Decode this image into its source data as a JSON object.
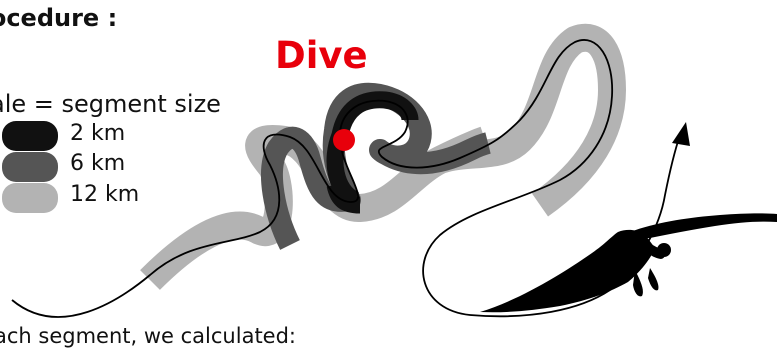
{
  "title": "rocedure :",
  "dive_label": "Dive",
  "scale_label": "ale = segment size",
  "legend": [
    {
      "label": "2 km",
      "color": "#111111"
    },
    {
      "label": "6 km",
      "color": "#555555"
    },
    {
      "label": "12 km",
      "color": "#b3b3b3"
    }
  ],
  "bottom_text": "ach segment, we calculated:",
  "colors": {
    "dive_marker": "#e8000b",
    "track": "#000000",
    "bird_silhouette": "#000000"
  }
}
